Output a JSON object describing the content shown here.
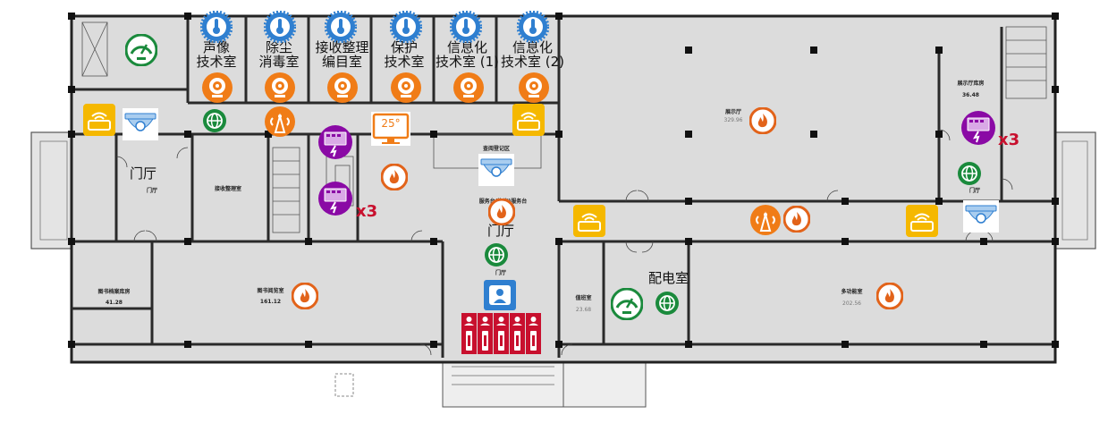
{
  "colors": {
    "wall": "#2a2a2a",
    "floor": "#d9d9d9",
    "thermo_blue": "#2f7fd0",
    "camera_orange": "#f07c17",
    "alarm_purple": "#8a0aa5",
    "network_green": "#1a8a3c",
    "router_yellow": "#f5b800",
    "fire_orange": "#e2631a",
    "accent_red": "#c8102e"
  },
  "rooms": {
    "audio_video": "声像\n技术室",
    "disinfect": "除尘\n消毒室",
    "receive_catalog": "接收整理\n编目室",
    "protection": "保护\n技术室",
    "info1": "信息化\n技术室 (1)",
    "info2": "信息化\n技术室 (2)",
    "lobby_left": "门厅",
    "lobby_center": "门厅",
    "power_room": "配电室"
  },
  "small_labels": {
    "lobby_left_sub": "门厅",
    "receive_room": "接收整理室",
    "exhibition": "展示厅",
    "exhibition_area": "329.96",
    "side_storage": "展示厅库房",
    "side_storage_area": "36.48",
    "query_area": "查阅登记区",
    "service_desk": "服务台(咨询)服务台",
    "lobby_center_sub": "门厅",
    "lobby_right_sub": "门厅",
    "reading_archive": "图书档案库房",
    "reading_archive_area": "41.28",
    "reading_hall": "图书阅览室",
    "reading_hall_area": "161.12",
    "duty_room": "值班室",
    "duty_room_area": "23.68",
    "multi_hall": "多功能室",
    "multi_hall_area": "202.56"
  },
  "display_badge": "25°",
  "multipliers": {
    "left_alarm": "x3",
    "right_alarm": "x3"
  },
  "icons": [
    "thermometer-icon",
    "camera-icon",
    "gauge-icon",
    "network-icon",
    "router-icon",
    "ceiling-camera-icon",
    "signal-tower-icon",
    "alarm-panel-icon",
    "fire-icon",
    "display-icon",
    "access-gate-icon",
    "personnel-icon"
  ]
}
